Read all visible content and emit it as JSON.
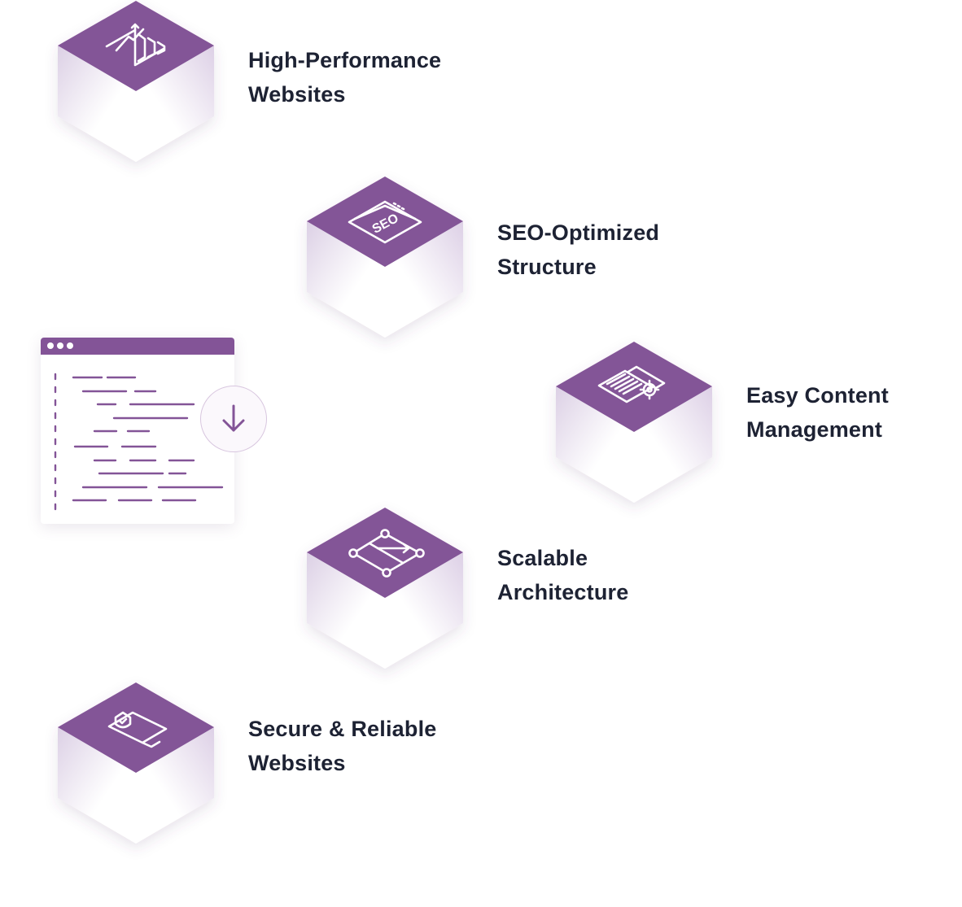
{
  "colors": {
    "accent": "#835497",
    "text": "#1d2233",
    "cube_side_light": "#ffffff",
    "cube_side_tint": "#ddd0e6"
  },
  "features": [
    {
      "icon": "growth-chart-icon",
      "line1": "High-Performance",
      "line2": "Websites"
    },
    {
      "icon": "seo-browser-icon",
      "line1": "SEO-Optimized",
      "line2": "Structure"
    },
    {
      "icon": "document-gear-icon",
      "line1": "Easy Content",
      "line2": "Management"
    },
    {
      "icon": "node-architecture-icon",
      "line1": "Scalable",
      "line2": "Architecture"
    },
    {
      "icon": "secure-document-icon",
      "line1": "Secure & Reliable",
      "line2": "Websites"
    }
  ],
  "editor": {
    "icon": "code-editor-window-icon",
    "download_icon": "download-arrow-icon"
  },
  "seo_text": "SEO"
}
